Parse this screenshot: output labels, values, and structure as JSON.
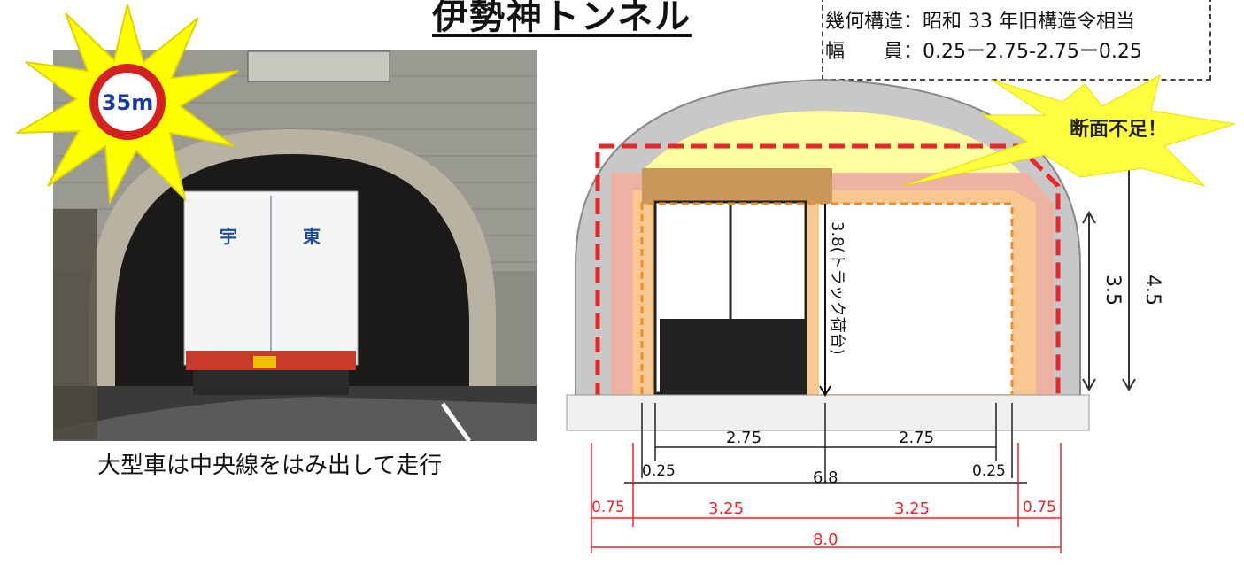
{
  "title": "伊勢神トンネル",
  "spec": {
    "line1": "幾何構造：昭和 33 年旧構造令相当",
    "line2": "幅　　員：0.25ー2.75-2.75ー0.25"
  },
  "photo": {
    "sign_text": "35m",
    "truck_left_char": "宇",
    "truck_right_char": "東",
    "caption": "大型車は中央線をはみ出して走行"
  },
  "diagram": {
    "callout": "断面不足！",
    "truck_height_label": "3.8(トラック荷台)",
    "dim_35": "3.5",
    "dim_45": "4.5",
    "dims_black": {
      "lane_left": "2.75",
      "lane_right": "2.75",
      "shoulder_left": "0.25",
      "shoulder_right": "0.25",
      "total": "6.8"
    },
    "dims_red": {
      "side_left": "0.75",
      "half_left": "3.25",
      "half_right": "3.25",
      "side_right": "0.75",
      "total": "8.0"
    },
    "colors": {
      "required_outline": "#e8262b",
      "existing_outline": "#f08c28",
      "dim_red": "#e8262b",
      "tunnel_gray": "#c8c8c8",
      "burst_yellow": "#ffff00"
    }
  }
}
